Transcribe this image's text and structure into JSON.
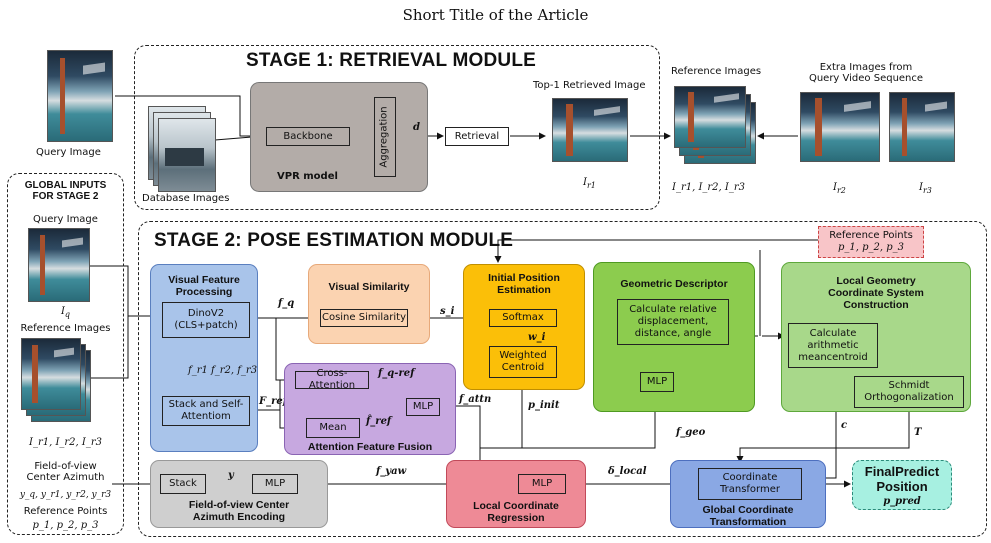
{
  "header_title": "Short Title of the Article",
  "stage1": {
    "title": "STAGE 1: RETRIEVAL MODULE",
    "query_image_label": "Query Image",
    "database_images_label": "Database Images",
    "vpr_model_label": "VPR model",
    "backbone_label": "Backbone",
    "aggregation_label": "Aggregation",
    "d_label": "d",
    "retrieval_label": "Retrieval",
    "top1_label": "Top-1 Retrieved Image",
    "top1_sym": "I",
    "top1_sub": "r1",
    "reference_images_label": "Reference Images",
    "ref_syms": "I_r1, I_r2, I_r3",
    "extra_images_label_1": "Extra Images from",
    "extra_images_label_2": "Query Video Sequence",
    "extra_sym_1": "r2",
    "extra_sym_2": "r3"
  },
  "global_inputs": {
    "title_1": "GLOBAL INPUTS",
    "title_2": "FOR STAGE 2",
    "query_image_label": "Query Image",
    "query_sym": "I",
    "query_sub": "q",
    "reference_images_label": "Reference Images",
    "ref_syms": "I_r1, I_r2, I_r3",
    "fov_label_1": "Field-of-view",
    "fov_label_2": "Center Azimuth",
    "fov_syms": "y_q, y_r1, y_r2, y_r3",
    "ref_points_label": "Reference Points",
    "ref_points_syms": "p_1, p_2, p_3"
  },
  "stage2": {
    "title": "STAGE 2: POSE ESTIMATION MODULE",
    "ref_points_box_label": "Reference Points",
    "ref_points_box_syms": "p_1, p_2, p_3",
    "visual_feature": {
      "title_1": "Visual Feature",
      "title_2": "Processing",
      "dinov2_1": "DinoV2",
      "dinov2_2": "(CLS+patch)",
      "fr_label": "f_r1 f_r2, f_r3",
      "stack_1": "Stack and Self-",
      "stack_2": "Attentiom"
    },
    "visual_similarity": {
      "title": "Visual Similarity",
      "cosine": "Cosine Similarity",
      "si": "s_i"
    },
    "attention_fusion": {
      "title": "Attention Feature Fusion",
      "cross": "Cross-Attention",
      "mean": "Mean",
      "mlp": "MLP",
      "fq_ref": "f_q-ref",
      "f_ref_hat": "f̂_ref",
      "f_attn": "f_attn"
    },
    "initial_position": {
      "title_1": "Initial Position",
      "title_2": "Estimation",
      "softmax": "Softmax",
      "wi": "w_i",
      "weighted_1": "Weighted",
      "weighted_2": "Centroid",
      "p_init": "p_init"
    },
    "geometric": {
      "title": "Geometric Descriptor",
      "calc_1": "Calculate relative",
      "calc_2": "displacement,",
      "calc_3": "distance, angle",
      "mlp": "MLP",
      "f_geo": "f_geo"
    },
    "local_geometry": {
      "title_1": "Local Geometry",
      "title_2": "Coordinate System",
      "title_3": "Construction",
      "calc_1": "Calculate",
      "calc_2": "arithmetic",
      "calc_3": "meancentroid",
      "schmidt_1": "Schmidt",
      "schmidt_2": "Orthogonalization",
      "c": "c",
      "T": "T"
    },
    "fov_encoding": {
      "title_1": "Field-of-view Center",
      "title_2": "Azimuth Encoding",
      "stack": "Stack",
      "y": "y",
      "mlp": "MLP",
      "f_yaw": "f_yaw"
    },
    "local_regression": {
      "title_1": "Local Coordinate",
      "title_2": "Regression",
      "mlp": "MLP",
      "delta": "δ_local"
    },
    "global_transform": {
      "title_1": "Global Coordinate",
      "title_2": "Transformation",
      "ct_1": "Coordinate",
      "ct_2": "Transformer"
    },
    "final": {
      "title_1": "FinalPredict",
      "title_2": "Position",
      "p_pred": "p_pred"
    },
    "fq_label": "f_q",
    "f_ref_label": "F_ref"
  },
  "colors": {
    "vpr_gray": "#b3aca8",
    "visual_blue": "#a9c4ea",
    "similarity_orange": "#fbd3b1",
    "attention_purple": "#c7a8e0",
    "initial_yellow": "#fbbf08",
    "geometric_green": "#8ccc4e",
    "local_geo_green": "#a8d88a",
    "fov_gray": "#cfcfcf",
    "regression_red": "#ee8a96",
    "global_blue": "#8aa8e4",
    "final_teal": "#a7f0e1",
    "refpoints_pink": "#f8c5c8"
  }
}
